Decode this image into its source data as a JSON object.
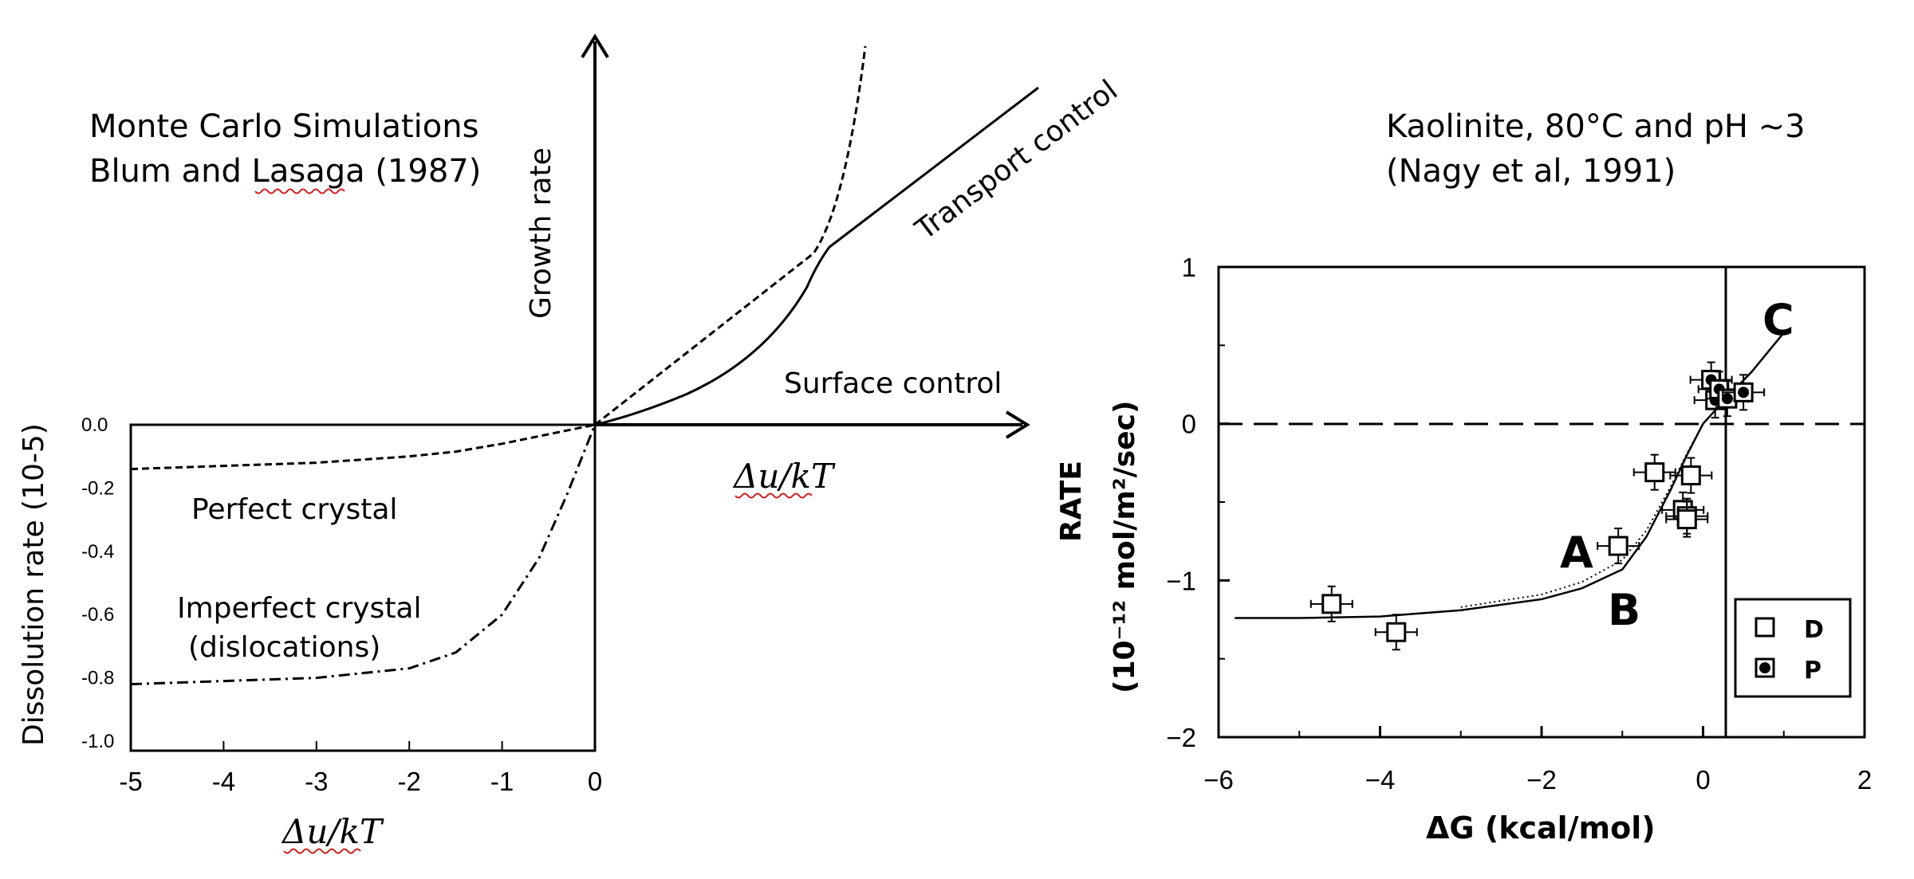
{
  "chart_data": [
    {
      "type": "line",
      "title": [
        "Monte Carlo Simulations",
        "Blum and Lasaga (1987)"
      ],
      "growth_axis_label": "Growth rate",
      "growth_x_label": "Δu/kT",
      "dissolution_axis_label": "Dissolution rate (10-5)",
      "dissolution_x_label": "Δu/kT",
      "xticks": [
        -5,
        -4,
        -3,
        -2,
        -1,
        0
      ],
      "yticks": [
        "0.0",
        "-0.2",
        "-0.4",
        "-0.6",
        "-0.8",
        "-1.0"
      ],
      "xlim": [
        -5,
        0
      ],
      "ylim": [
        -1.0,
        0.0
      ],
      "series": [
        {
          "name": "Perfect crystal",
          "style": "dashed",
          "x": [
            -5,
            -4,
            -3,
            -2,
            -1.5,
            -1,
            -0.5,
            0
          ],
          "y": [
            -0.14,
            -0.13,
            -0.12,
            -0.1,
            -0.085,
            -0.06,
            -0.03,
            0.0
          ]
        },
        {
          "name": "Imperfect crystal",
          "name_line2": "(dislocations)",
          "style": "dashdot",
          "x": [
            -5,
            -4,
            -3,
            -2,
            -1.5,
            -1,
            -0.6,
            -0.3,
            0
          ],
          "y": [
            -0.82,
            -0.81,
            -0.8,
            -0.77,
            -0.72,
            -0.6,
            -0.42,
            -0.22,
            0.0
          ]
        }
      ],
      "growth_curves": [
        {
          "name": "Transport control",
          "style": "solid"
        },
        {
          "name": "Surface control",
          "style": "solid"
        },
        {
          "name": "",
          "style": "dashed"
        }
      ]
    },
    {
      "type": "scatter",
      "title": [
        "Kaolinite, 80°C and pH ~3",
        "(Nagy et al, 1991)"
      ],
      "xlabel": "ΔG (kcal/mol)",
      "ylabel": "RATE",
      "ylabel_units": "(10⁻¹² mol/m²/sec)",
      "xlim": [
        -6,
        2
      ],
      "ylim": [
        -2,
        1
      ],
      "xticks": [
        "−6",
        "−4",
        "−2",
        "0",
        "2"
      ],
      "yticks": [
        "1",
        "0",
        "−1",
        "−2"
      ],
      "curve_labels": [
        "A",
        "B",
        "C"
      ],
      "legend": [
        {
          "symbol": "open-square",
          "label": "D"
        },
        {
          "symbol": "filled-square",
          "label": "P"
        }
      ],
      "legend_position": "bottom-right",
      "series": [
        {
          "name": "D",
          "marker": "open-square",
          "x": [
            -4.6,
            -3.8,
            -1.05,
            -0.6,
            -0.25,
            -0.2,
            -0.2,
            -0.15
          ],
          "y": [
            -1.15,
            -1.33,
            -0.78,
            -0.31,
            -0.55,
            -0.59,
            -0.61,
            -0.33
          ]
        },
        {
          "name": "P",
          "marker": "filled-square",
          "x": [
            0.1,
            0.15,
            0.2,
            0.3,
            0.5
          ],
          "y": [
            0.28,
            0.15,
            0.22,
            0.16,
            0.2
          ]
        }
      ],
      "fit_curves": [
        {
          "style": "solid",
          "x": [
            -5.8,
            -5,
            -4,
            -3,
            -2,
            -1.5,
            -1,
            -0.7,
            -0.4,
            -0.2,
            0,
            0.3,
            0.6,
            1.0
          ],
          "y": [
            -1.24,
            -1.24,
            -1.23,
            -1.19,
            -1.12,
            -1.05,
            -0.93,
            -0.72,
            -0.42,
            -0.2,
            0.0,
            0.17,
            0.33,
            0.58
          ]
        },
        {
          "style": "dotted",
          "x": [
            -3,
            -2,
            -1.5,
            -1,
            -0.7,
            -0.4,
            -0.2,
            0
          ],
          "y": [
            -1.17,
            -1.09,
            -1.01,
            -0.87,
            -0.68,
            -0.4,
            -0.19,
            0.0
          ]
        }
      ]
    }
  ]
}
